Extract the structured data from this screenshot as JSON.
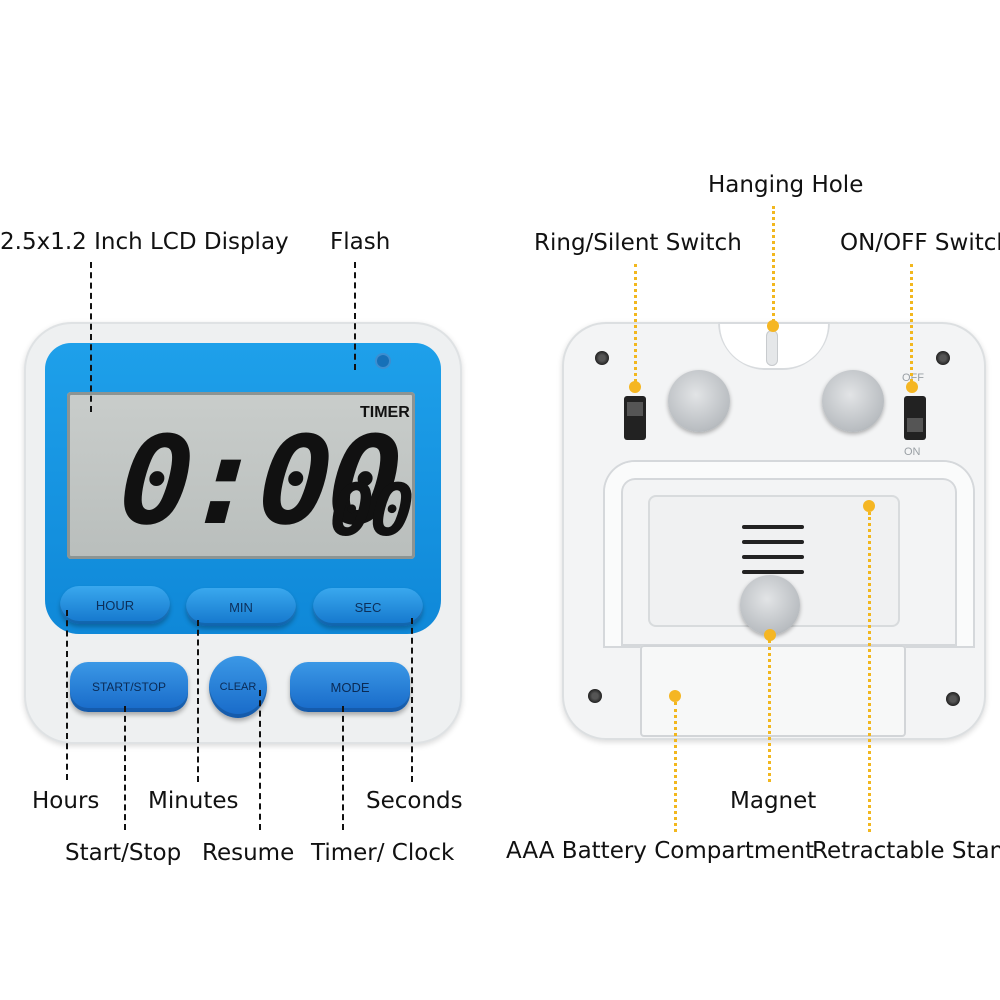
{
  "front": {
    "display_mode": "TIMER",
    "display_main": "0:00",
    "display_seconds": "00",
    "buttons": {
      "hour": "HOUR",
      "min": "MIN",
      "sec": "SEC",
      "start_stop": "START/STOP",
      "clear": "CLEAR",
      "mode": "MODE"
    },
    "callouts": {
      "lcd": "2.5x1.2 Inch LCD Display",
      "flash": "Flash",
      "hours": "Hours",
      "minutes": "Minutes",
      "seconds": "Seconds",
      "start_stop": "Start/Stop",
      "resume": "Resume",
      "timer_clock": "Timer/ Clock"
    }
  },
  "back": {
    "switch_labels": {
      "off": "OFF",
      "on": "ON"
    },
    "callouts": {
      "hanging_hole": "Hanging Hole",
      "ring_silent": "Ring/Silent Switch",
      "on_off": "ON/OFF Switch",
      "magnet": "Magnet",
      "battery": "AAA Battery Compartment",
      "stand": "Retractable Stand"
    }
  },
  "colors": {
    "front_accent": "#1a95e3",
    "callout_lead_back": "#f5b623"
  }
}
